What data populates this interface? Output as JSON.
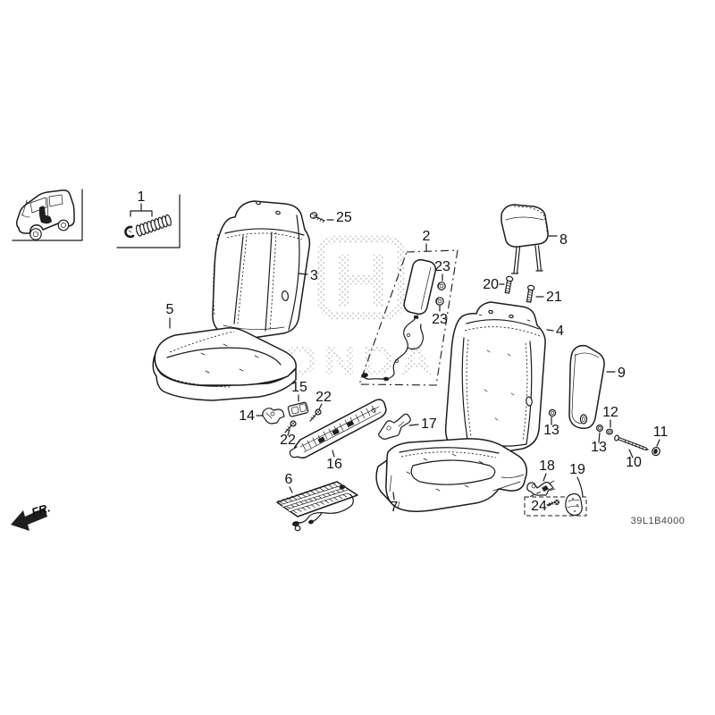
{
  "colors": {
    "background": "#ffffff",
    "line": "#1c1c1c",
    "label": "#111111",
    "watermark": "#c8c8c8"
  },
  "diagram": {
    "code": "39L1B4000",
    "direction_label": "FR.",
    "watermark": {
      "logo_letter": "H",
      "brand_text": "HONDA"
    },
    "callouts": {
      "c1": "1",
      "c2": "2",
      "c3": "3",
      "c4": "4",
      "c5": "5",
      "c6": "6",
      "c7": "7",
      "c8": "8",
      "c9": "9",
      "c10": "10",
      "c11": "11",
      "c12": "12",
      "c13a": "13",
      "c13b": "13",
      "c14": "14",
      "c15": "15",
      "c16": "16",
      "c17": "17",
      "c18": "18",
      "c19": "19",
      "c20": "20",
      "c21": "21",
      "c22a": "22",
      "c22b": "22",
      "c23a": "23",
      "c23b": "23",
      "c24": "24",
      "c25": "25"
    }
  }
}
